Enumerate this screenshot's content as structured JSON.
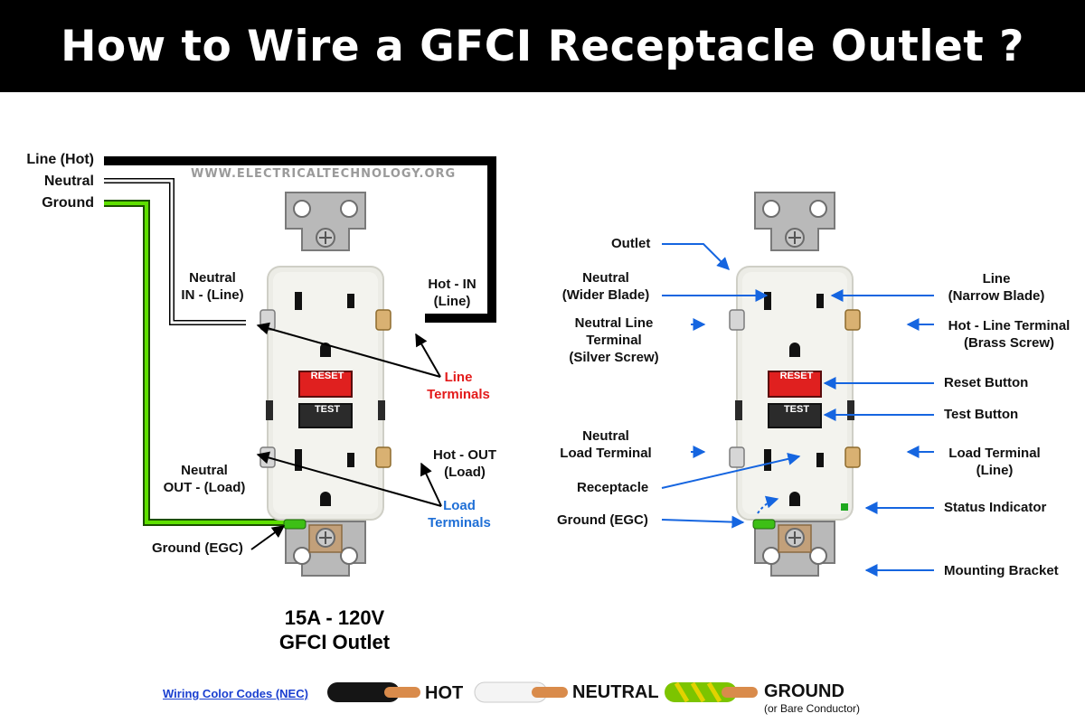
{
  "title": "How to Wire a GFCI Receptacle Outlet ?",
  "watermark": "WWW.ELECTRICALTECHNOLOGY.ORG",
  "colors": {
    "hot": "#000000",
    "neutral": "#ffffff",
    "ground": "#46c400",
    "accent_red": "#e31b1b",
    "accent_blue": "#1f6fd6",
    "arrow_blue": "#1565e0"
  },
  "left": {
    "wires": [
      "Line (Hot)",
      "Neutral",
      "Ground"
    ],
    "neutral_in": [
      "Neutral",
      "IN - (Line)"
    ],
    "hot_in": [
      "Hot - IN",
      "(Line)"
    ],
    "line_terminals": [
      "Line",
      "Terminals"
    ],
    "neutral_out": [
      "Neutral",
      "OUT - (Load)"
    ],
    "hot_out": [
      "Hot - OUT",
      "(Load)"
    ],
    "load_terminals": [
      "Load",
      "Terminals"
    ],
    "ground": "Ground (EGC)",
    "rating": "15A - 120V",
    "outlet_name": "GFCI Outlet"
  },
  "outlet": {
    "reset": "RESET",
    "test": "TEST"
  },
  "right": {
    "outlet": "Outlet",
    "neutral_blade": [
      "Neutral",
      "(Wider Blade)"
    ],
    "neutral_line_terminal": [
      "Neutral Line",
      "Terminal",
      "(Silver Screw)"
    ],
    "neutral_load_terminal": [
      "Neutral",
      "Load Terminal"
    ],
    "receptacle": "Receptacle",
    "ground": "Ground (EGC)",
    "line_blade": [
      "Line",
      "(Narrow Blade)"
    ],
    "hot_line_terminal": [
      "Hot - Line Terminal",
      "(Brass Screw)"
    ],
    "reset_button": "Reset Button",
    "test_button": "Test Button",
    "load_terminal": [
      "Load Terminal",
      "(Line)"
    ],
    "status_indicator": "Status Indicator",
    "mounting_bracket": "Mounting Bracket"
  },
  "legend": {
    "link": "Wiring Color Codes (NEC)",
    "hot": "HOT",
    "neutral": "NEUTRAL",
    "ground": "GROUND",
    "ground_sub": "(or Bare Conductor)"
  }
}
